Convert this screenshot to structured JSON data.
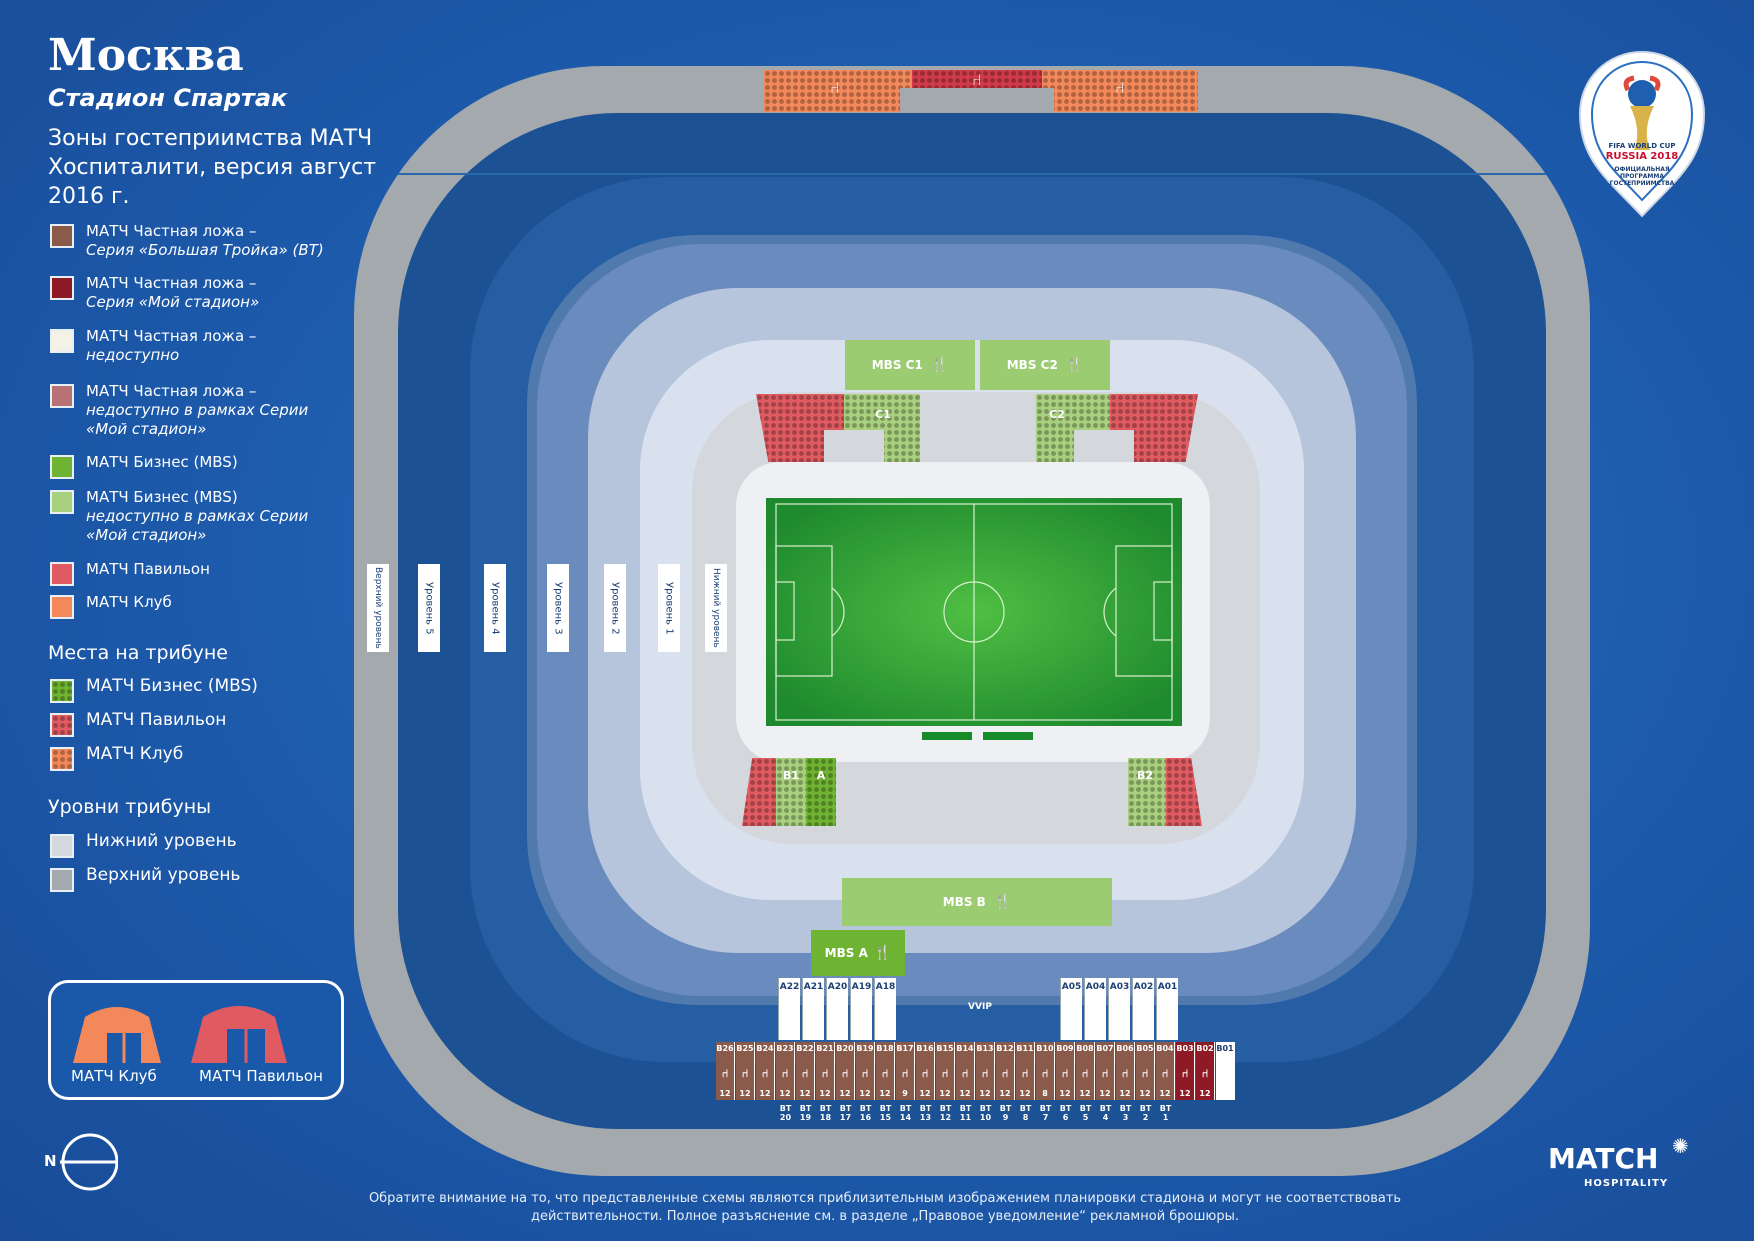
{
  "header": {
    "city": "Москва",
    "stadium": "Стадион Спартак",
    "zones_title": "Зоны гостеприимства МАТЧ Хоспиталити, версия август 2016 г."
  },
  "legend": {
    "items": [
      {
        "l1": "МАТЧ Частная ложа –",
        "l2": "Серия «Большая Тройка» (BT)",
        "l3": "",
        "color": "#8a5a4b"
      },
      {
        "l1": "МАТЧ Частная ложа –",
        "l2": "Серия «Мой стадион»",
        "l3": "",
        "color": "#8e1a26"
      },
      {
        "l1": "МАТЧ Частная ложа –",
        "l2": "недоступно",
        "l3": "",
        "color": "#f4f1e6"
      },
      {
        "l1": "МАТЧ Частная ложа –",
        "l2": "недоступно в рамках Серии",
        "l3": "«Мой стадион»",
        "color": "#b87275"
      },
      {
        "l1": "МАТЧ Бизнес (MBS)",
        "l2": "",
        "l3": "",
        "color": "#6fb332"
      },
      {
        "l1": "МАТЧ Бизнес (MBS)",
        "l2": "недоступно в рамках Серии",
        "l3": "«Мой стадион»",
        "color": "#a8d07e"
      },
      {
        "l1": "МАТЧ Павильон",
        "l2": "",
        "l3": "",
        "color": "#e05a61"
      },
      {
        "l1": "МАТЧ Клуб",
        "l2": "",
        "l3": "",
        "color": "#f3895a"
      }
    ],
    "seats_title": "Места на трибуне",
    "seats": [
      {
        "label": "МАТЧ Бизнес (MBS)",
        "color": "#6fb332"
      },
      {
        "label": "МАТЧ Павильон",
        "color": "#e05a61"
      },
      {
        "label": "МАТЧ Клуб",
        "color": "#f3895a"
      }
    ],
    "levels_title": "Уровни трибуны",
    "levels": [
      {
        "label": "Нижний уровень",
        "color": "#d4d8dc"
      },
      {
        "label": "Верхний уровень",
        "color": "#a4a9ae"
      }
    ]
  },
  "tents": {
    "club": "МАТЧ Клуб",
    "pavilion": "МАТЧ Павильон"
  },
  "compass": "N",
  "levels_labels": [
    "Верхний уровень",
    "Уровень 5",
    "Уровень 4",
    "Уровень 3",
    "Уровень 2",
    "Уровень 1",
    "Нижний уровень"
  ],
  "mbs": {
    "c1": "MBS C1",
    "c2": "MBS C2",
    "b": "MBS B",
    "a": "MBS A"
  },
  "zones": {
    "c1": "C1",
    "c2": "C2",
    "b1": "B1",
    "a": "A",
    "b2": "B2"
  },
  "suites_a_left": [
    "A22",
    "A21",
    "A20",
    "A19",
    "A18"
  ],
  "vvip": "VVIP",
  "suites_a_right": [
    "A05",
    "A04",
    "A03",
    "A02",
    "A01"
  ],
  "suites_b": [
    {
      "n": "B26",
      "c": "12"
    },
    {
      "n": "B25",
      "c": "12"
    },
    {
      "n": "B24",
      "c": "12"
    },
    {
      "n": "B23",
      "c": "12"
    },
    {
      "n": "B22",
      "c": "12"
    },
    {
      "n": "B21",
      "c": "12"
    },
    {
      "n": "B20",
      "c": "12"
    },
    {
      "n": "B19",
      "c": "12"
    },
    {
      "n": "B18",
      "c": "12"
    },
    {
      "n": "B17",
      "c": "9"
    },
    {
      "n": "B16",
      "c": "12"
    },
    {
      "n": "B15",
      "c": "12"
    },
    {
      "n": "B14",
      "c": "12"
    },
    {
      "n": "B13",
      "c": "12"
    },
    {
      "n": "B12",
      "c": "12"
    },
    {
      "n": "B11",
      "c": "12"
    },
    {
      "n": "B10",
      "c": "8"
    },
    {
      "n": "B09",
      "c": "12"
    },
    {
      "n": "B08",
      "c": "12"
    },
    {
      "n": "B07",
      "c": "12"
    },
    {
      "n": "B06",
      "c": "12"
    },
    {
      "n": "B05",
      "c": "12"
    },
    {
      "n": "B04",
      "c": "12"
    },
    {
      "n": "B03",
      "c": "12"
    },
    {
      "n": "B02",
      "c": "12"
    },
    {
      "n": "B01",
      "c": ""
    }
  ],
  "bt": [
    "20",
    "19",
    "18",
    "17",
    "16",
    "15",
    "14",
    "13",
    "12",
    "11",
    "10",
    "9",
    "8",
    "7",
    "6",
    "5",
    "4",
    "3",
    "2",
    "1"
  ],
  "bt_prefix": "BT",
  "fifa": {
    "l1": "FIFA WORLD CUP",
    "l2": "RUSSIA 2018",
    "l3": "ОФИЦИАЛЬНАЯ",
    "l4": "ПРОГРАММА",
    "l5": "ГОСТЕПРИИМСТВА"
  },
  "brand": {
    "name": "MATCH",
    "sub": "HOSPITALITY"
  },
  "disclaimer": "Обратите внимание на то, что представленные схемы являются приблизительным изображением планировки стадиона и могут не соответствовать действительности. Полное разъяснение см. в разделе „Правовое уведомление“ рекламной брошюры."
}
